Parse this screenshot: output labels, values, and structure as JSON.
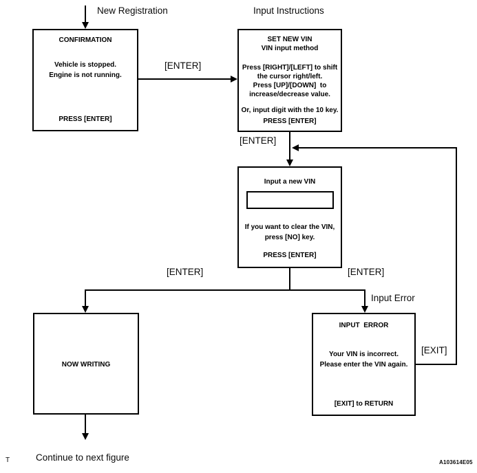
{
  "labels": {
    "new_registration": "New Registration",
    "input_instructions": "Input Instructions",
    "enter": "[ENTER]",
    "input_error": "Input Error",
    "exit": "[EXIT]",
    "continue_next": "Continue to next figure",
    "corner_mark": "T",
    "figure_id": "A103614E05"
  },
  "boxes": {
    "confirmation": {
      "title": "CONFIRMATION",
      "lines": [
        "Vehicle is stopped.",
        "Engine is not running."
      ],
      "footer": "PRESS [ENTER]"
    },
    "set_new_vin": {
      "title": "SET NEW VIN",
      "subtitle": "VIN input method",
      "lines": [
        "Press [RIGHT]/[LEFT] to shift",
        "the cursor right/left.",
        "Press [UP]/[DOWN]  to",
        "increase/decrease value."
      ],
      "note": "Or, input digit with the 10 key.",
      "footer": "PRESS [ENTER]"
    },
    "input_vin": {
      "title": "Input a new VIN",
      "input_value": "",
      "lines": [
        "If you want to clear the VIN,",
        "press [NO] key."
      ],
      "footer": "PRESS [ENTER]"
    },
    "now_writing": {
      "title": "NOW WRITING"
    },
    "input_error": {
      "title": "INPUT  ERROR",
      "lines": [
        "Your VIN is incorrect.",
        "Please enter the VIN again."
      ],
      "footer": "[EXIT] to RETURN"
    }
  },
  "colors": {
    "line": "#000000",
    "background": "#ffffff",
    "text": "#000000"
  }
}
